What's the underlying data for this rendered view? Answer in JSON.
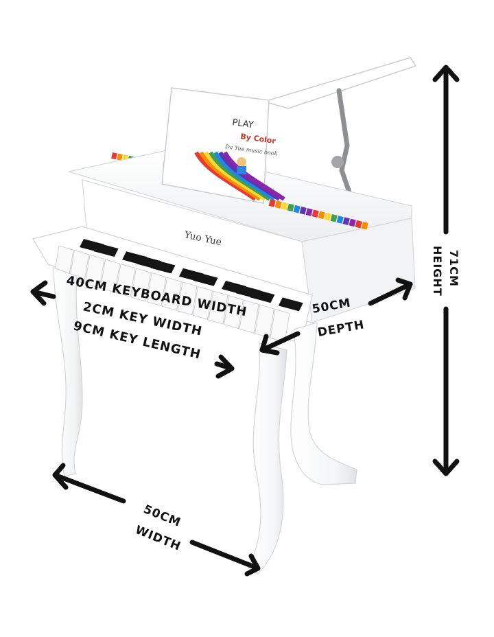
{
  "songbook": {
    "title_line1": "PLAY",
    "title_line2": "By Color",
    "subtitle": "Da Yue music book"
  },
  "brand": "Yuo Yue",
  "dimensions": {
    "keyboard_width": "40CM KEYBOARD WIDTH",
    "key_width": "2CM KEY WIDTH",
    "key_length": "9CM KEY LENGTH",
    "depth_value": "50CM",
    "depth_label": "DEPTH",
    "width_value": "50CM",
    "width_label": "WIDTH",
    "height_value": "71CM",
    "height_label": "HEIGHT"
  },
  "colors": {
    "piano": "#ffffff",
    "arrow": "#111111",
    "rainbow": [
      "#e53935",
      "#fb8c00",
      "#fdd835",
      "#43a047",
      "#1e88e5",
      "#5e35b1",
      "#8e24aa"
    ]
  }
}
